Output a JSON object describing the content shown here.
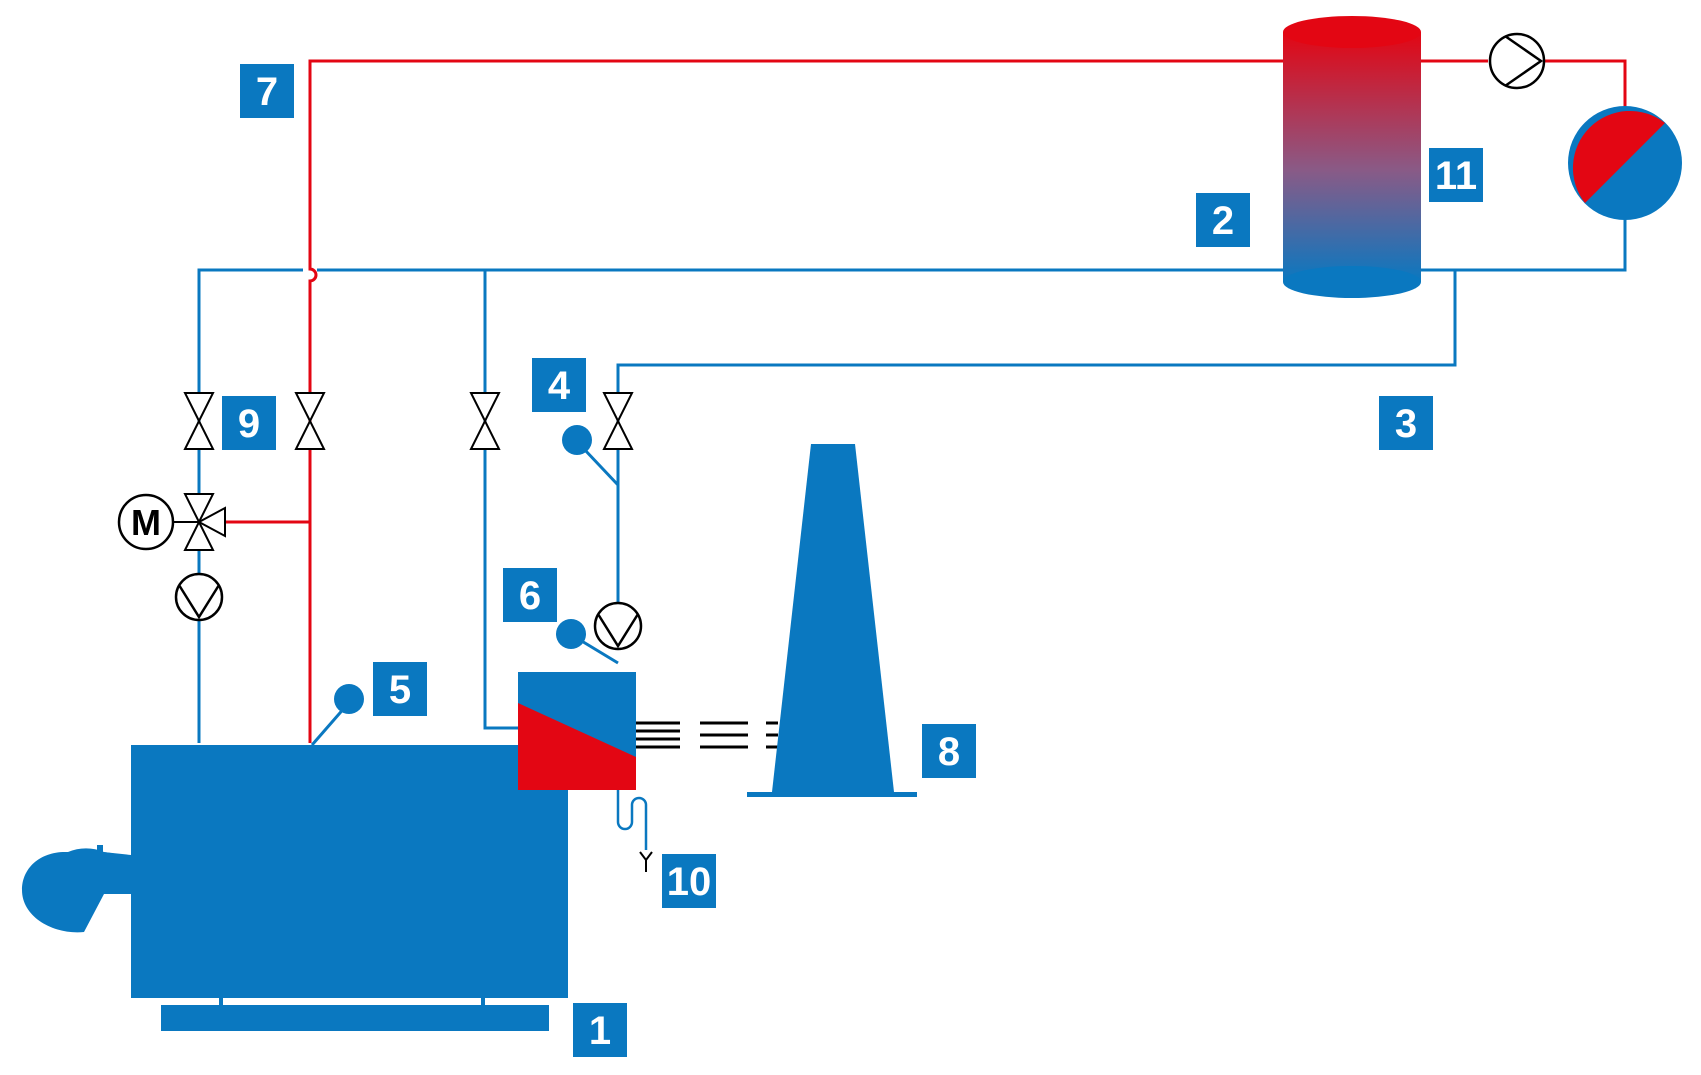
{
  "colors": {
    "blue": "#0a78c0",
    "red": "#e30613",
    "black": "#000000",
    "label_bg": "#0a78c0",
    "label_fg": "#ffffff"
  },
  "labels": {
    "l1": "1",
    "l2": "2",
    "l3": "3",
    "l4": "4",
    "l5": "5",
    "l6": "6",
    "l7": "7",
    "l8": "8",
    "l9": "9",
    "l10": "10",
    "l11": "11"
  },
  "motor_symbol": "M",
  "icons": {
    "valve": "gate-valve-icon",
    "pump": "pump-icon",
    "sensor": "temperature-sensor-icon",
    "motor": "motor-icon",
    "drain": "condensate-drain-icon"
  }
}
